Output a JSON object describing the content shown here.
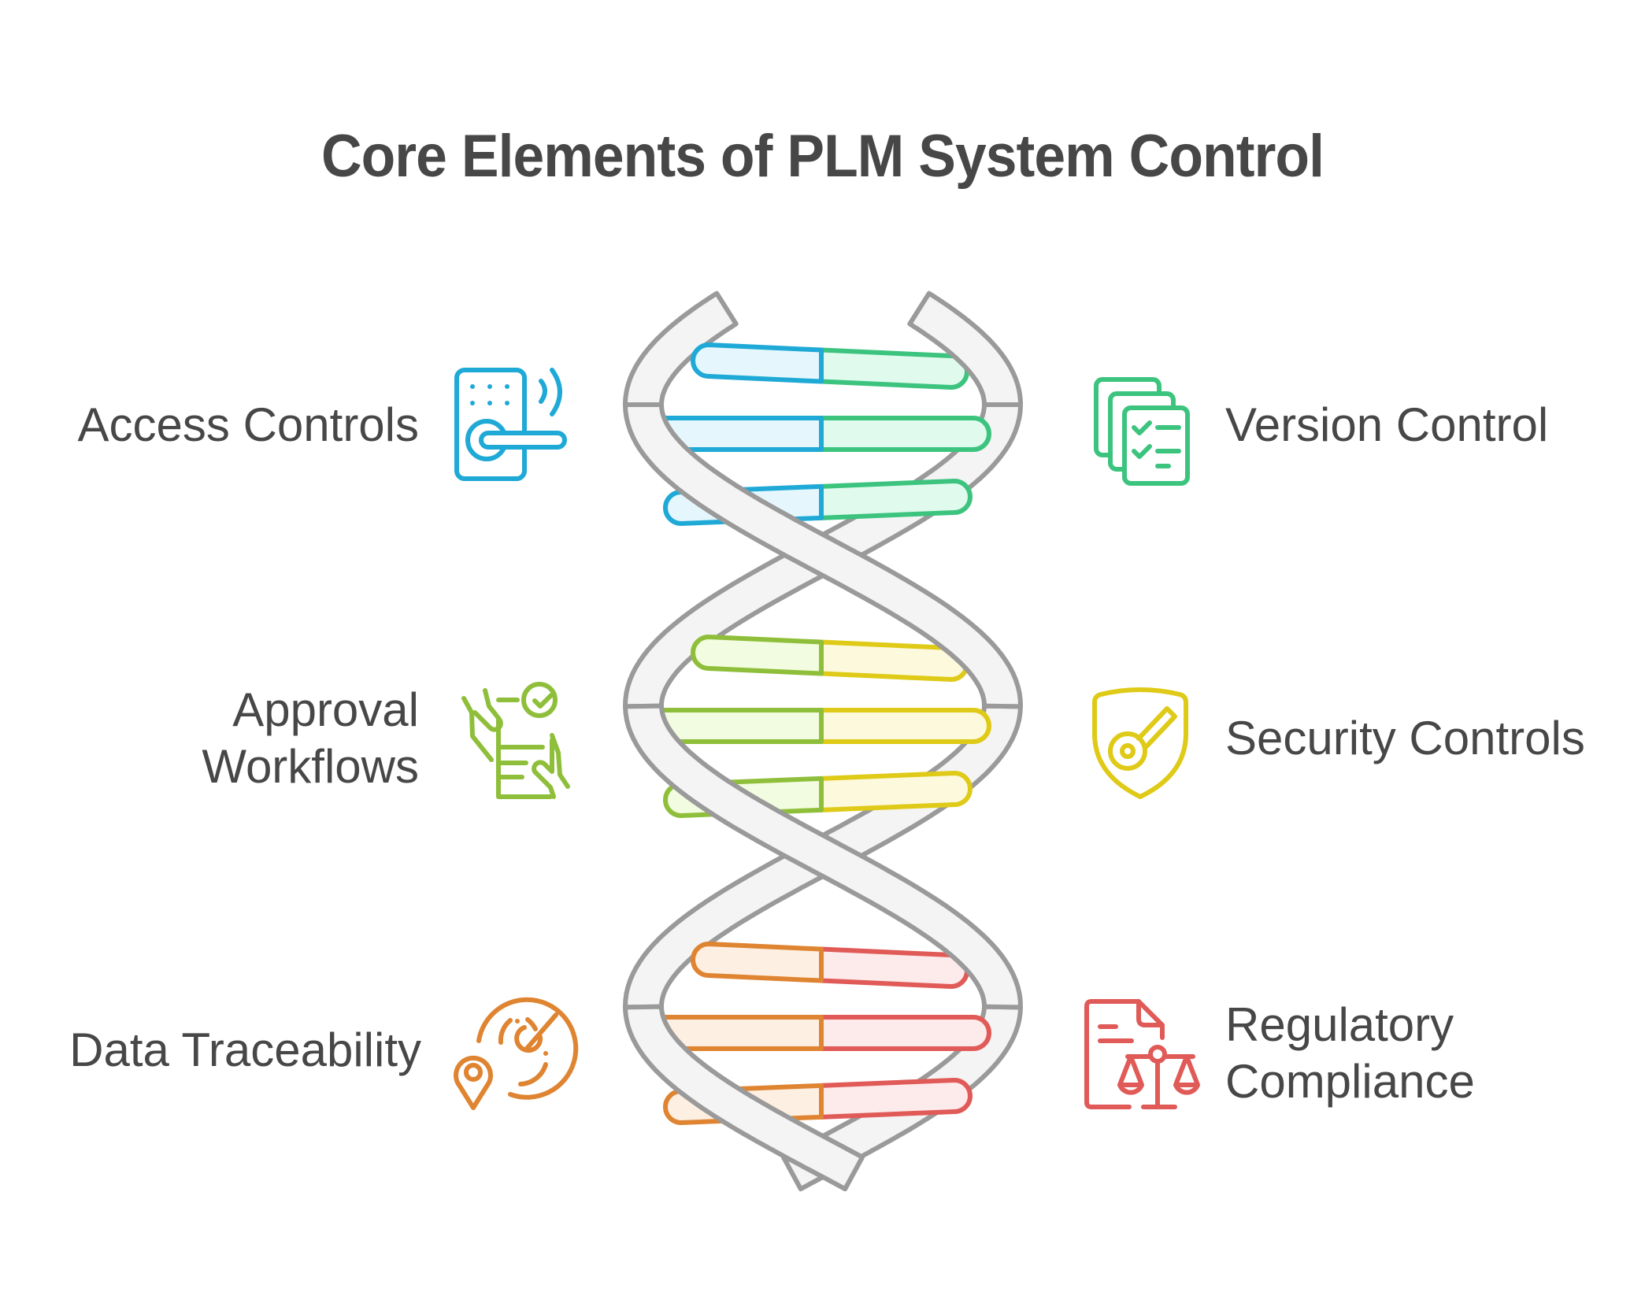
{
  "title": "Core Elements of PLM System Control",
  "colors": {
    "text": "#474747",
    "ribbon_stroke": "#9a9a9a",
    "ribbon_fill": "#f4f4f4"
  },
  "elements": [
    {
      "id": "access-controls",
      "label": "Access Controls",
      "side": "left",
      "icon": "smart-lock-icon",
      "stroke": "#1fa9d6",
      "fill": "#e5f7fc"
    },
    {
      "id": "version-control",
      "label": "Version Control",
      "side": "right",
      "icon": "stacked-checklist-icon",
      "stroke": "#3cc47f",
      "fill": "#e0fbee"
    },
    {
      "id": "approval-workflows",
      "label": "Approval Workflows",
      "lines": [
        "Approval",
        "Workflows"
      ],
      "side": "left",
      "icon": "document-approval-icon",
      "stroke": "#8fbf3a",
      "fill": "#f2fce0"
    },
    {
      "id": "security-controls",
      "label": "Security Controls",
      "side": "right",
      "icon": "shield-key-icon",
      "stroke": "#dfca17",
      "fill": "#fdf9dc"
    },
    {
      "id": "data-traceability",
      "label": "Data Traceability",
      "side": "left",
      "icon": "radar-location-icon",
      "stroke": "#df8431",
      "fill": "#fdf0e3"
    },
    {
      "id": "regulatory-compliance",
      "label": "Regulatory Compliance",
      "lines": [
        "Regulatory",
        "Compliance"
      ],
      "side": "right",
      "icon": "document-scales-icon",
      "stroke": "#e05a57",
      "fill": "#fdeaea"
    }
  ],
  "helix_pairs": [
    {
      "left": "access-controls",
      "right": "version-control"
    },
    {
      "left": "approval-workflows",
      "right": "security-controls"
    },
    {
      "left": "data-traceability",
      "right": "regulatory-compliance"
    }
  ]
}
